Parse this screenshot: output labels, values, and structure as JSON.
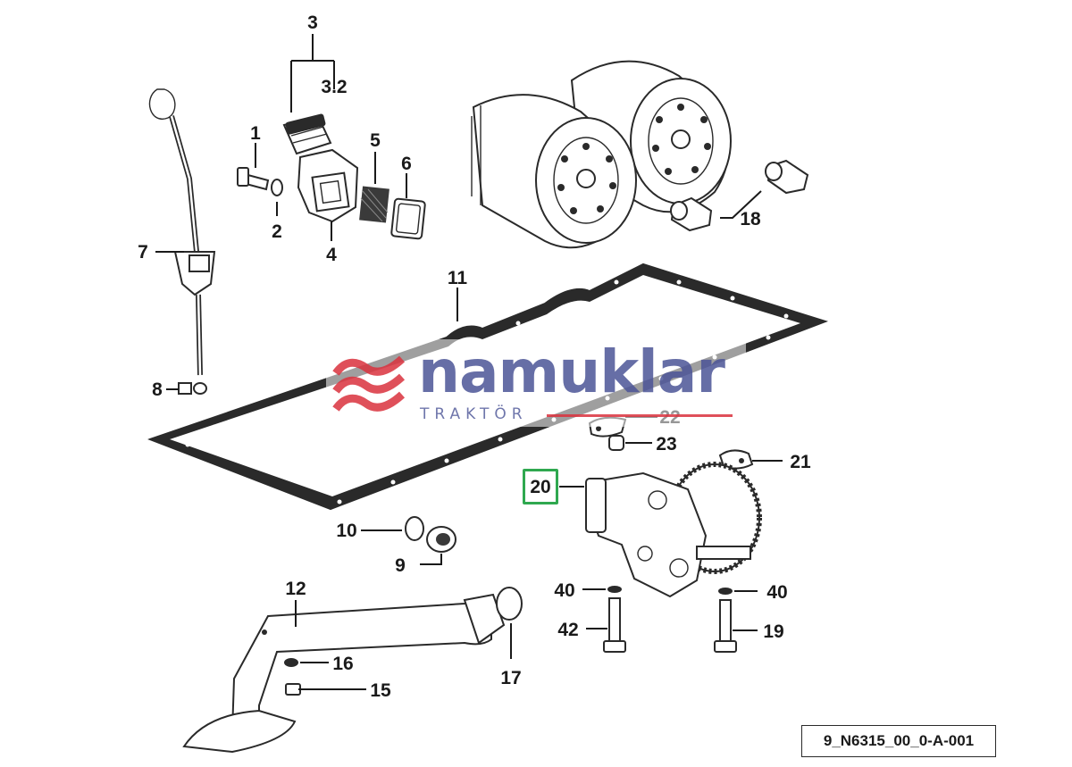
{
  "callouts": {
    "c1": "1",
    "c2": "2",
    "c3": "3",
    "c3_2": "3.2",
    "c4": "4",
    "c5": "5",
    "c6": "6",
    "c7": "7",
    "c8": "8",
    "c9": "9",
    "c10": "10",
    "c11": "11",
    "c12": "12",
    "c15": "15",
    "c16": "16",
    "c17": "17",
    "c18": "18",
    "c19": "19",
    "c20": "20",
    "c21": "21",
    "c22": "22",
    "c23": "23",
    "c40a": "40",
    "c40b": "40",
    "c42": "42"
  },
  "reference_code": "9_N6315_00_0-A-001",
  "watermark": {
    "name": "namuklar",
    "subtitle": "TRAKTÖR"
  },
  "colors": {
    "highlight": "#2fa84f",
    "watermark_blue": "#4c5597",
    "watermark_red": "#d9313d"
  }
}
